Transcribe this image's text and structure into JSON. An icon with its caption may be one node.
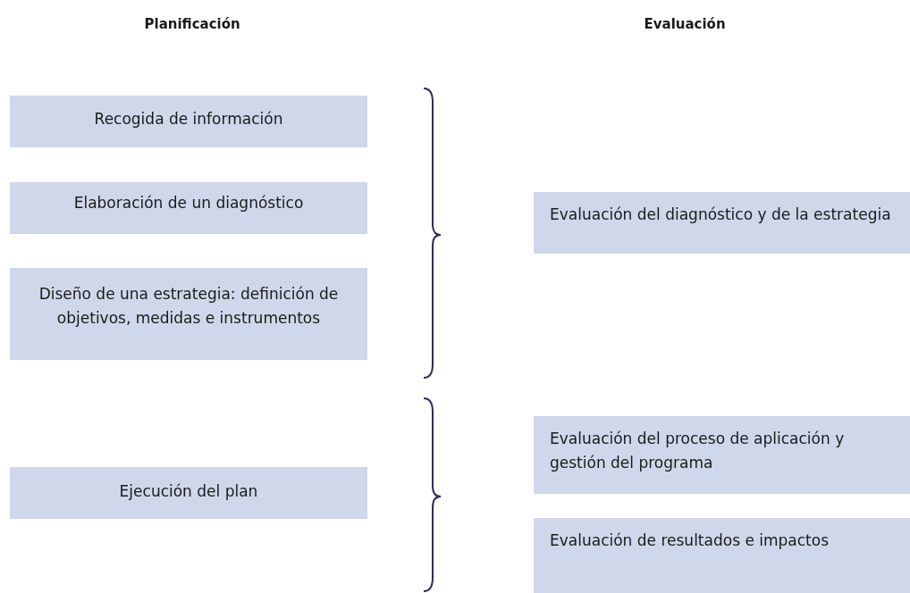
{
  "diagram": {
    "nodes": [
      {
        "text": [
          "Recogida de información"
        ]
      },
      {
        "text": [
          "Elaboración de un diagnóstico"
        ]
      },
      {
        "text": [
          "Diseño de una estrategia: definición de objetivos, medidas e instrumentos"
        ]
      },
      {
        "text": [
          "Ejecución del plan"
        ]
      },
      {
        "text": [
          "Evaluación del diagnóstico y de la estrategia"
        ]
      },
      {
        "text": [
          "Evaluación del proceso de aplicación y gestión del programa"
        ]
      },
      {
        "text": [
          "Evaluación de resultados e impactos"
        ]
      }
    ],
    "labels": [
      "Planificación",
      "Evaluación"
    ]
  }
}
